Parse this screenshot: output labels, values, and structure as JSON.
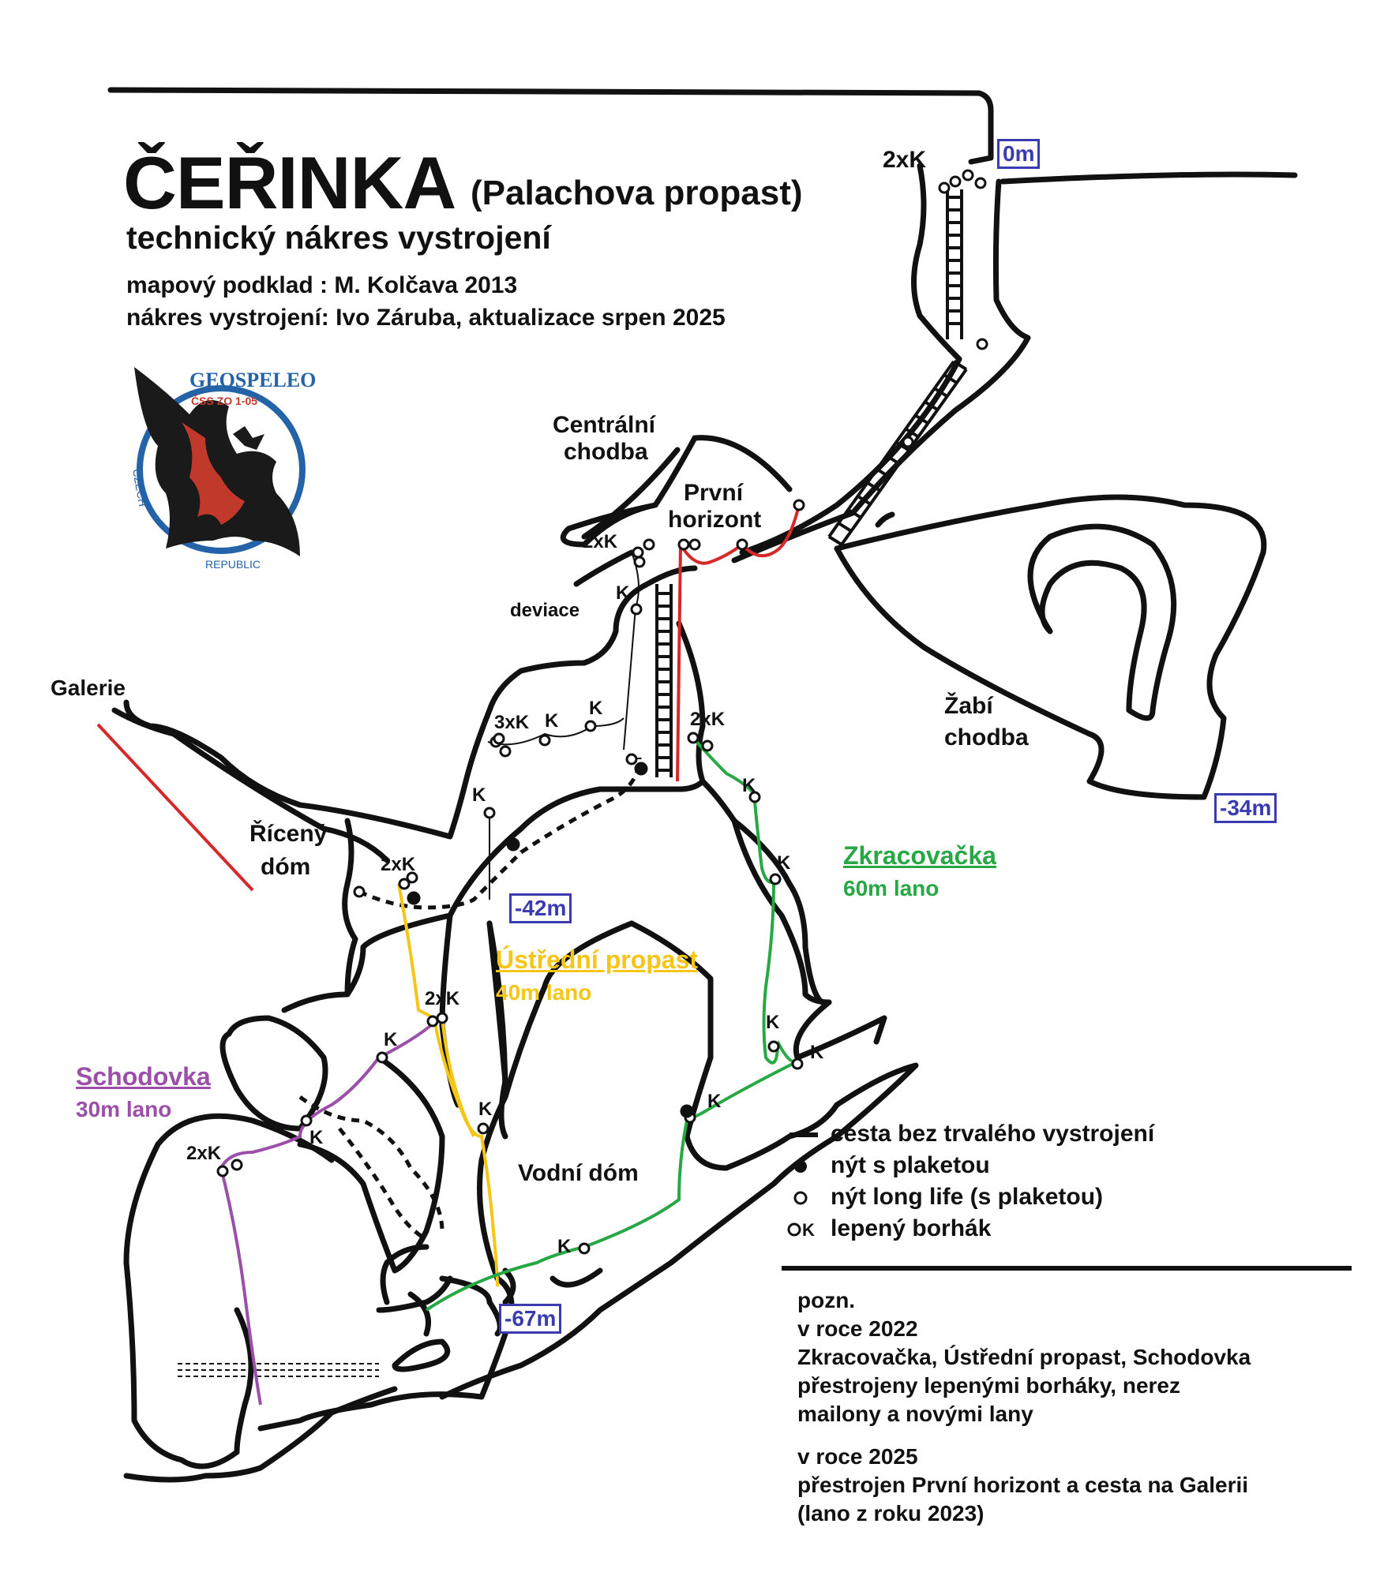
{
  "header": {
    "title": "ČEŘINKA",
    "subtitle": "(Palachova propast)",
    "description": "technický nákres vystrojení",
    "credits_map": "mapový podklad : M. Kolčava 2013",
    "credits_rigging": "nákres vystrojení: Ivo Záruba, aktualizace srpen 2025"
  },
  "logo": {
    "icon": "bat-logo-icon",
    "text_top": "GEOSPELEOS",
    "text_code": "ČSS ZO 1-05",
    "text_left": "CZECH",
    "text_bottom": "REPUBLIC",
    "colors": {
      "ring": "#2563a8",
      "accent": "#c0392b"
    }
  },
  "depths": {
    "d0": "0m",
    "d34": "-34m",
    "d42": "-42m",
    "d67": "-67m"
  },
  "places": {
    "centralni": [
      "Centrální",
      "chodba"
    ],
    "prvni": [
      "První",
      "horizont"
    ],
    "zabi": [
      "Žabí",
      "chodba"
    ],
    "galerie": "Galerie",
    "riceny": [
      "Řícený",
      "dóm"
    ],
    "vodni": "Vodní dóm"
  },
  "anchors": {
    "top": "2xK",
    "central_2k": "2xK",
    "deviace_k": "K",
    "deviace": "deviace",
    "k3": "3xK",
    "k_mid1": "K",
    "k_mid2": "K",
    "k_left": "K",
    "riceny_2k": "2xK",
    "ustredni_2k": "2xK",
    "ustredni_k": "K",
    "zk_2k": "2xK",
    "zk_k1": "K",
    "zk_k2": "K",
    "zk_k3": "K",
    "zk_k4": "K",
    "zk_k5": "K",
    "zk_k6": "K",
    "sch_k1": "K",
    "sch_k2": "K",
    "sch_2k": "2xK"
  },
  "routes": {
    "zkracovacka": {
      "name": "Zkracovačka",
      "rope": "60m lano",
      "color": "#27a844"
    },
    "ustredni": {
      "name": "Ústřední propast",
      "rope": "40m lano",
      "color": "#f5c518"
    },
    "schodovka": {
      "name": "Schodovka",
      "rope": "30m lano",
      "color": "#9b4fa8"
    },
    "prvni_horizont": {
      "color": "#d62828"
    }
  },
  "legend": [
    {
      "label": "cesta bez trvalého vystrojení",
      "icon": "line-symbol-icon"
    },
    {
      "label": "nýt s plaketou",
      "icon": "filled-dot-icon"
    },
    {
      "label": "nýt long life (s plaketou)",
      "icon": "ring-icon"
    },
    {
      "label": "lepený borhák",
      "icon": "ring-k-icon",
      "k": "K"
    }
  ],
  "notes": {
    "heading": "pozn.",
    "year1": "v roce 2022",
    "line1": "Zkracovačka, Ústřední propast, Schodovka",
    "line2": "přestrojeny lepenými borháky, nerez",
    "line3": "mailony a novými lany",
    "year2": "v roce 2025",
    "line4": "přestrojen První horizont a cesta na Galerii",
    "line5": "(lano z roku 2023)"
  }
}
